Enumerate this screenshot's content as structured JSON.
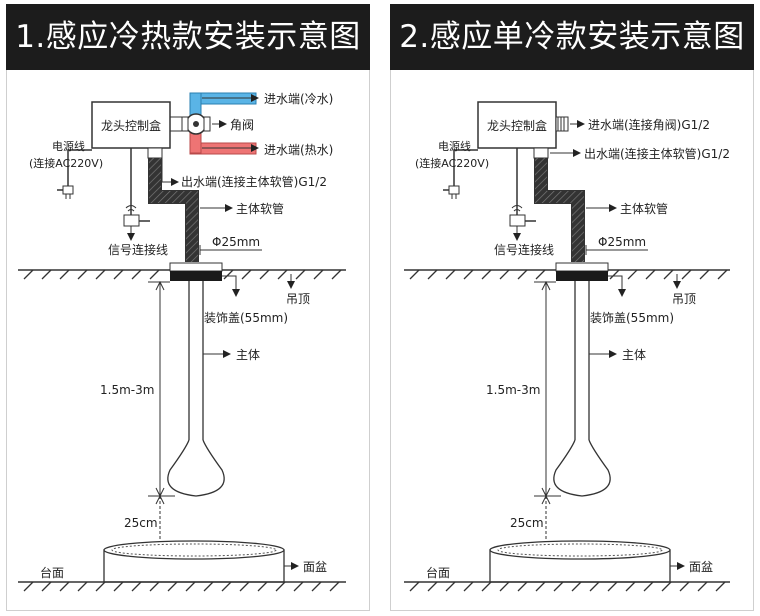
{
  "left": {
    "title": "1.感应冷热款安装示意图",
    "control_box": "龙头控制盒",
    "inlet_cold": "进水端(冷水)",
    "angle_valve": "角阀",
    "inlet_hot": "进水端(热水)",
    "power_line_1": "电源线",
    "power_line_2": "(连接AC220V)",
    "outlet": "出水端(连接主体软管)G1/2",
    "main_hose": "主体软管",
    "signal_line": "信号连接线",
    "diameter": "Φ25mm",
    "ceiling": "吊顶",
    "cover": "装饰盖(55mm)",
    "main_body": "主体",
    "length": "1.5m-3m",
    "gap": "25cm",
    "counter": "台面",
    "basin": "面盆"
  },
  "right": {
    "title": "2.感应单冷款安装示意图",
    "control_box": "龙头控制盒",
    "inlet": "进水端(连接角阀)G1/2",
    "power_line_1": "电源线",
    "power_line_2": "(连接AC220V)",
    "outlet": "出水端(连接主体软管)G1/2",
    "main_hose": "主体软管",
    "signal_line": "信号连接线",
    "diameter": "Φ25mm",
    "ceiling": "吊顶",
    "cover": "装饰盖(55mm)",
    "main_body": "主体",
    "length": "1.5m-3m",
    "gap": "25cm",
    "counter": "台面",
    "basin": "面盆"
  },
  "colors": {
    "cold_pipe": "#5ab4e6",
    "hot_pipe": "#ee7474",
    "header_bg": "#1c1c1c"
  }
}
